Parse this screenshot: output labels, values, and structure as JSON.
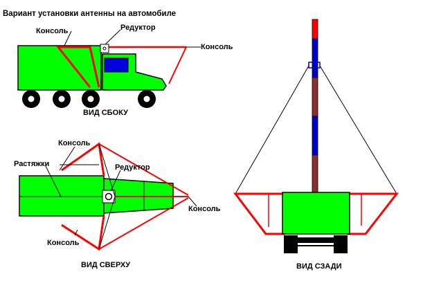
{
  "title": "Вариант установки антенны на автомобиле",
  "labels": {
    "side_console_left": "Консоль",
    "side_reducer": "Редуктор",
    "side_console_right": "Консоль",
    "side_view": "ВИД СБОКУ",
    "top_console_upper": "Консоль",
    "top_stays": "Растяжки",
    "top_reducer": "Редуктор",
    "top_console_right": "Консоль",
    "top_console_lower": "Консоль",
    "top_view": "ВИД СВЕРХУ",
    "rear_view": "ВИД СЗАДИ"
  },
  "colors": {
    "body_green": "#00ff00",
    "console_red": "#ff0000",
    "mast_blue": "#0000cc",
    "mast_brown": "#8b2e2e",
    "cab_window": "#0000dd"
  }
}
